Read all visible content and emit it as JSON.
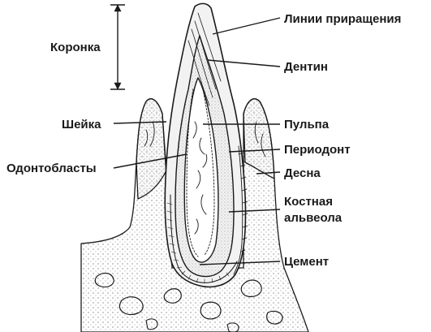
{
  "diagram": {
    "labels": {
      "crown": "Коронка",
      "growth_lines": "Линии приращения",
      "dentin": "Дентин",
      "neck": "Шейка",
      "pulp": "Пульпа",
      "periodontium": "Периодонт",
      "odontoblasts": "Одонтобласты",
      "gum": "Десна",
      "bone_alveolus_1": "Костная",
      "bone_alveolus_2": "альвеола",
      "cementum": "Цемент"
    }
  },
  "colors": {
    "ink": "#1a1a1a",
    "background": "#ffffff",
    "enamel": "#f2f2f2",
    "dentin": "#e6e6e6",
    "pulp": "#ffffff",
    "bone": "#eeeeee"
  }
}
